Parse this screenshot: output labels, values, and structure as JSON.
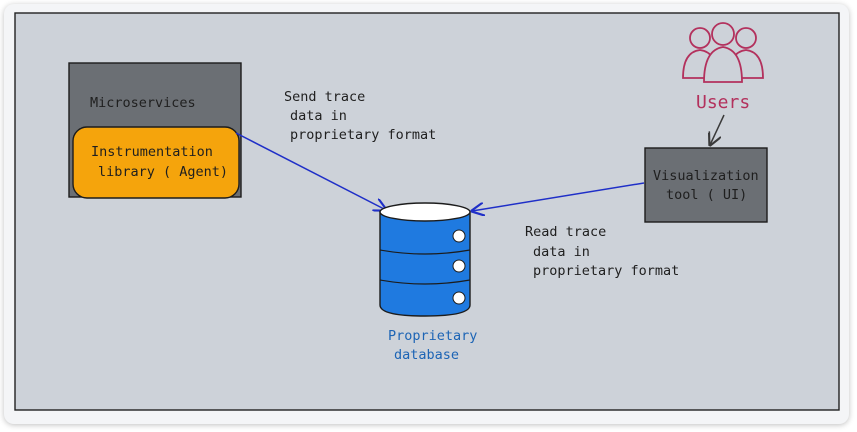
{
  "microservices": {
    "title": "Microservices",
    "agent_line1": "Instrumentation",
    "agent_line2": "library ( Agent)"
  },
  "send_label": {
    "line1": "Send trace",
    "line2": "data in",
    "line3": "proprietary format"
  },
  "read_label": {
    "line1": "Read trace",
    "line2": "data in",
    "line3": "proprietary format"
  },
  "database": {
    "line1": "Proprietary",
    "line2": "database"
  },
  "visualization": {
    "line1": "Visualization",
    "line2": "tool ( UI)"
  },
  "users": {
    "label": "Users",
    "icon": "users-icon"
  },
  "colors": {
    "canvas": "#cdd2d9",
    "box_gray": "#6b6f74",
    "agent_orange": "#f5a40c",
    "arrow_blue": "#1f2fc8",
    "db_blue": "#1f7ae0",
    "users_red": "#b3315d"
  }
}
